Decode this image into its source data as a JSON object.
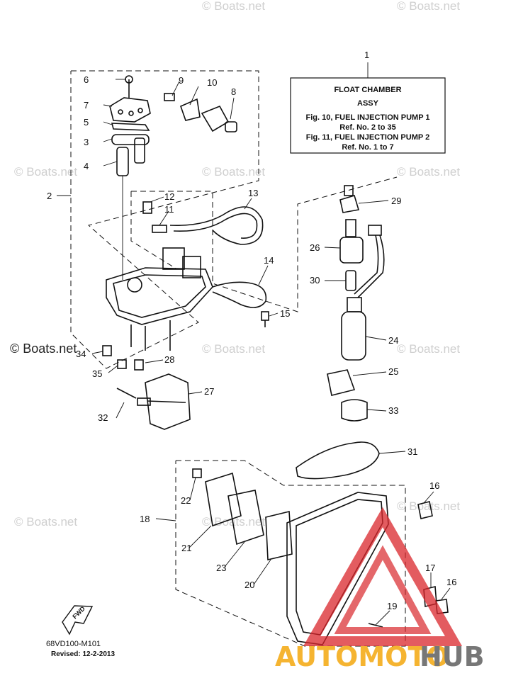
{
  "title_box": {
    "line1": "FLOAT CHAMBER",
    "line2": "ASSY",
    "line3": "Fig. 10, FUEL INJECTION PUMP 1",
    "line4": "Ref. No. 2 to 35",
    "line5": "Fig. 11, FUEL INJECTION PUMP 2",
    "line6": "Ref. No. 1 to 7"
  },
  "callouts": {
    "c1": "1",
    "c2": "2",
    "c3": "3",
    "c4": "4",
    "c5": "5",
    "c6": "6",
    "c7": "7",
    "c8": "8",
    "c9": "9",
    "c10": "10",
    "c11": "11",
    "c12": "12",
    "c13": "13",
    "c14": "14",
    "c15": "15",
    "c16a": "16",
    "c16b": "16",
    "c17": "17",
    "c18": "18",
    "c19": "19",
    "c20": "20",
    "c21": "21",
    "c22": "22",
    "c23": "23",
    "c24": "24",
    "c25": "25",
    "c26": "26",
    "c27": "27",
    "c28": "28",
    "c29": "29",
    "c30": "30",
    "c31": "31",
    "c32": "32",
    "c33": "33",
    "c34": "34",
    "c35": "35"
  },
  "watermark": {
    "text": "© Boats.net",
    "main": "© Boats.net"
  },
  "fwd_label": "FWD",
  "footer": {
    "code": "68VD100-M101",
    "revised": "Revised: 12-2-2013"
  },
  "brand": {
    "part1": "AUTOMOTO",
    "part2": "HUB"
  },
  "colors": {
    "brand_orange": "#f5b431",
    "brand_grey": "#777777",
    "logo_red": "#d9262b"
  }
}
